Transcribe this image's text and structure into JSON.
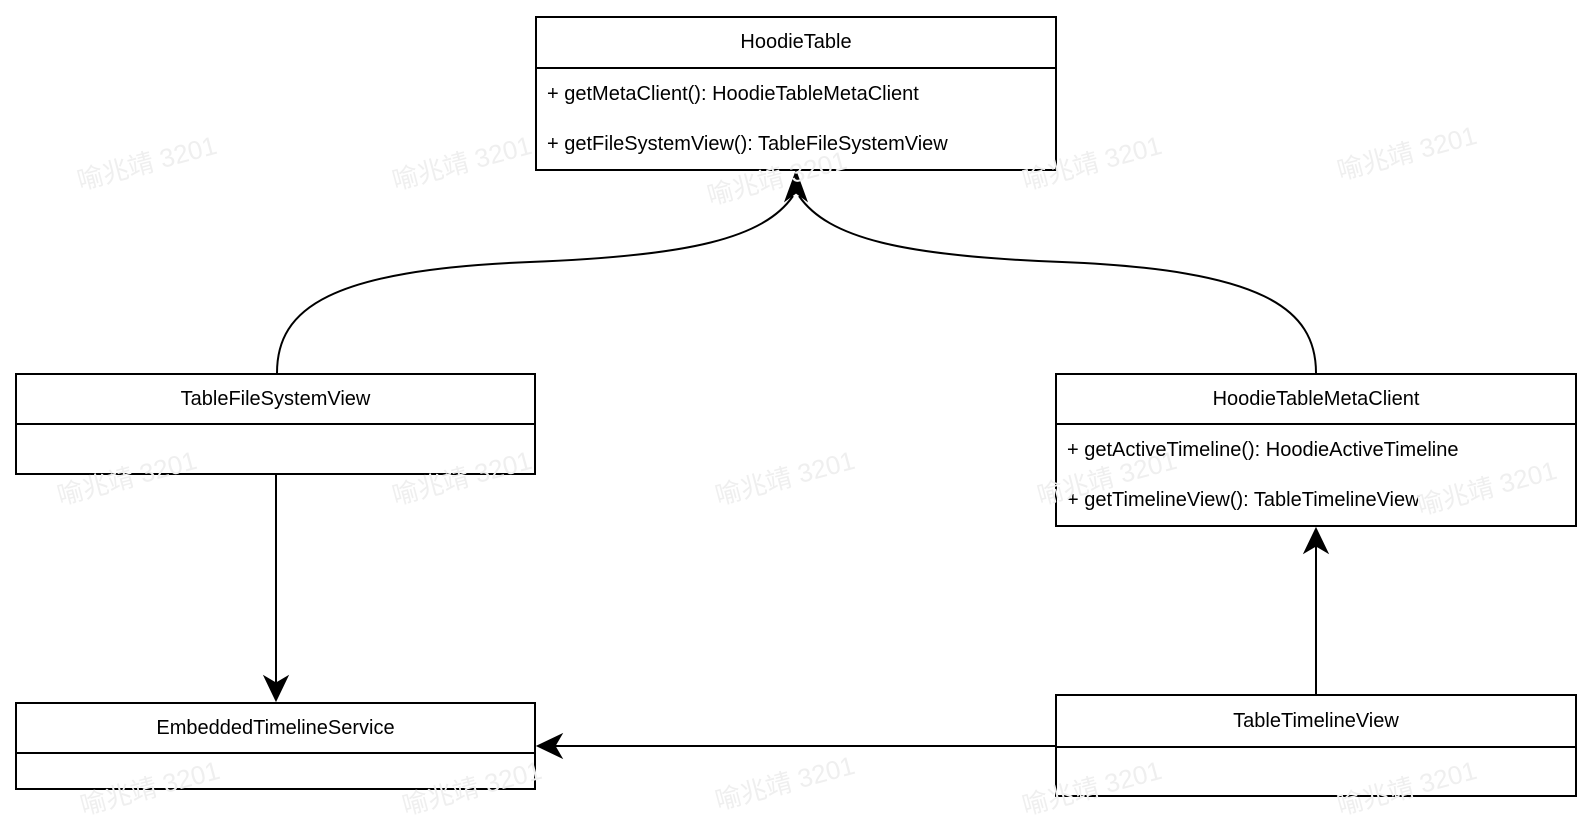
{
  "diagram": {
    "type": "uml-class-diagram",
    "background_color": "#ffffff",
    "line_color": "#000000",
    "text_color": "#000000",
    "box_fill": "#ffffff",
    "classes": [
      {
        "name": "HoodieTable",
        "methods": [
          "+ getMetaClient(): HoodieTableMetaClient",
          "+ getFileSystemView(): TableFileSystemView"
        ]
      },
      {
        "name": "TableFileSystemView",
        "methods": []
      },
      {
        "name": "HoodieTableMetaClient",
        "methods": [
          "+ getActiveTimeline(): HoodieActiveTimeline",
          "+ getTimelineView(): TableTimelineView"
        ]
      },
      {
        "name": "EmbeddedTimelineService",
        "methods": []
      },
      {
        "name": "TableTimelineView",
        "methods": []
      }
    ],
    "relations": [
      {
        "from": "TableFileSystemView",
        "to": "HoodieTable",
        "style": "curved",
        "arrowhead": "filled-up"
      },
      {
        "from": "HoodieTableMetaClient",
        "to": "HoodieTable",
        "style": "curved",
        "arrowhead": "filled-up"
      },
      {
        "from": "TableFileSystemView",
        "to": "EmbeddedTimelineService",
        "style": "straight-vertical",
        "arrowhead": "filled-down"
      },
      {
        "from": "TableTimelineView",
        "to": "HoodieTableMetaClient",
        "style": "straight-vertical",
        "arrowhead": "filled-up"
      },
      {
        "from": "TableTimelineView",
        "to": "EmbeddedTimelineService",
        "style": "straight-horizontal",
        "arrowhead": "filled-left"
      }
    ],
    "watermark": {
      "text": "喻兆靖 3201",
      "color": "#efefef"
    }
  }
}
